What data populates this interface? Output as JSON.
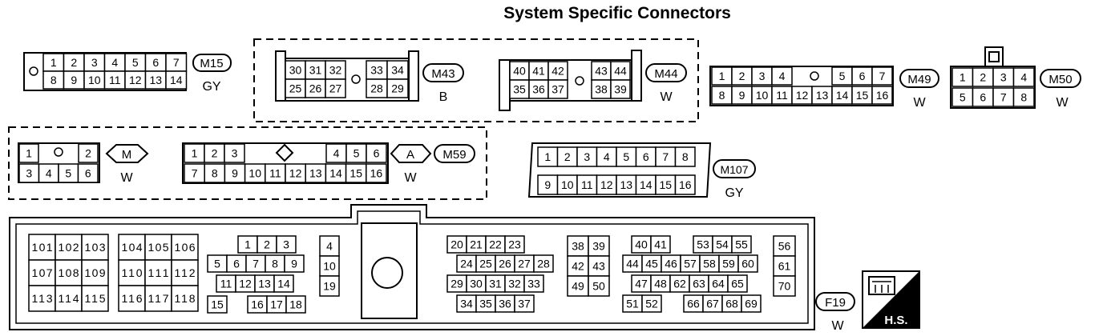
{
  "title": "System Specific Connectors",
  "connectors": {
    "m15": {
      "id": "M15",
      "color": "GY",
      "row1": [
        "1",
        "2",
        "3",
        "4",
        "5",
        "6",
        "7"
      ],
      "row2": [
        "8",
        "9",
        "10",
        "11",
        "12",
        "13",
        "14"
      ]
    },
    "m43": {
      "id": "M43",
      "color": "B",
      "row1": [
        "30",
        "31",
        "32",
        "33",
        "34"
      ],
      "row2": [
        "25",
        "26",
        "27",
        "28",
        "29"
      ]
    },
    "m44": {
      "id": "M44",
      "color": "W",
      "row1": [
        "40",
        "41",
        "42",
        "43",
        "44"
      ],
      "row2": [
        "35",
        "36",
        "37",
        "38",
        "39"
      ]
    },
    "m49": {
      "id": "M49",
      "color": "W",
      "row1": [
        "1",
        "2",
        "3",
        "4",
        "5",
        "6",
        "7"
      ],
      "row2": [
        "8",
        "9",
        "10",
        "11",
        "12",
        "13",
        "14",
        "15",
        "16"
      ]
    },
    "m50": {
      "id": "M50",
      "color": "W",
      "row1": [
        "1",
        "2",
        "3",
        "4"
      ],
      "row2": [
        "5",
        "6",
        "7",
        "8"
      ]
    },
    "m59": {
      "id": "M59",
      "sub_m": {
        "label": "M",
        "color": "W",
        "row1": [
          "1",
          "2"
        ],
        "row2": [
          "3",
          "4",
          "5",
          "6"
        ]
      },
      "sub_a": {
        "label": "A",
        "color": "W",
        "row1": [
          "1",
          "2",
          "3",
          "4",
          "5",
          "6"
        ],
        "row2": [
          "7",
          "8",
          "9",
          "10",
          "11",
          "12",
          "13",
          "14",
          "15",
          "16"
        ]
      }
    },
    "m107": {
      "id": "M107",
      "color": "GY",
      "row1": [
        "1",
        "2",
        "3",
        "4",
        "5",
        "6",
        "7",
        "8"
      ],
      "row2": [
        "9",
        "10",
        "11",
        "12",
        "13",
        "14",
        "15",
        "16"
      ]
    },
    "f19": {
      "id": "F19",
      "color": "W",
      "hs_label": "H.S.",
      "groups": [
        {
          "rows": [
            [
              "101",
              "102",
              "103"
            ],
            [
              "107",
              "108",
              "109"
            ],
            [
              "113",
              "114",
              "115"
            ]
          ]
        },
        {
          "rows": [
            [
              "104",
              "105",
              "106"
            ],
            [
              "110",
              "111",
              "112"
            ],
            [
              "116",
              "117",
              "118"
            ]
          ]
        },
        {
          "rows": [
            [
              "1",
              "2",
              "3"
            ],
            [
              "5",
              "6",
              "7",
              "8",
              "9"
            ],
            [
              "11",
              "12",
              "13",
              "14"
            ],
            [
              "15",
              "16",
              "17",
              "18"
            ]
          ]
        },
        {
          "rows": [
            [
              "4"
            ],
            [
              "10"
            ],
            [
              "19"
            ]
          ]
        },
        {
          "rows": [
            [
              "20",
              "21",
              "22",
              "23"
            ],
            [
              "24",
              "25",
              "26",
              "27",
              "28"
            ],
            [
              "29",
              "30",
              "31",
              "32",
              "33"
            ],
            [
              "34",
              "35",
              "36",
              "37"
            ]
          ]
        },
        {
          "rows": [
            [
              "38",
              "39"
            ],
            [
              "42",
              "43"
            ],
            [
              "49",
              "50"
            ]
          ]
        },
        {
          "rows": [
            [
              "40",
              "41",
              "53",
              "54",
              "55"
            ],
            [
              "44",
              "45",
              "46",
              "57",
              "58",
              "59",
              "60"
            ],
            [
              "47",
              "48",
              "62",
              "63",
              "64",
              "65"
            ],
            [
              "51",
              "52",
              "66",
              "67",
              "68",
              "69"
            ]
          ]
        },
        {
          "rows": [
            [
              "56"
            ],
            [
              "61"
            ],
            [
              "70"
            ]
          ]
        }
      ]
    }
  }
}
